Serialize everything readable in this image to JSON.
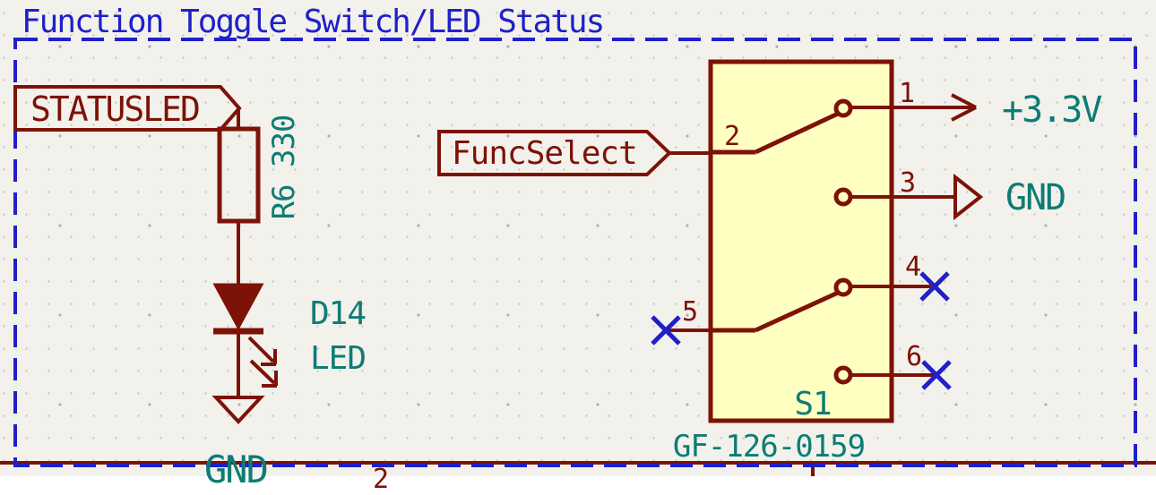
{
  "colors": {
    "bg": "#f2f1ec",
    "maroon": "#7d1206",
    "teal": "#0e7c74",
    "blue": "#2020c8",
    "yellow": "#ffffc2",
    "grid-dot": "#c6c5c0",
    "grid-dot-major": "#b2b1ad"
  },
  "title": "Function Toggle Switch/LED Status",
  "hier_labels": {
    "statusled": "STATUSLED",
    "funcselect": "FuncSelect"
  },
  "resistor": {
    "ref_value": "R6 330"
  },
  "led": {
    "ref": "D14",
    "value": "LED",
    "gnd": "GND"
  },
  "switch": {
    "ref": "S1",
    "value": "GF-126-0159",
    "pins": {
      "p1": "1",
      "p2": "2",
      "p3": "3",
      "p4": "4",
      "p5": "5",
      "p6": "6"
    }
  },
  "power": {
    "rail": "+3.3V",
    "gnd": "GND"
  },
  "cropped": {
    "pin_number": "2"
  }
}
